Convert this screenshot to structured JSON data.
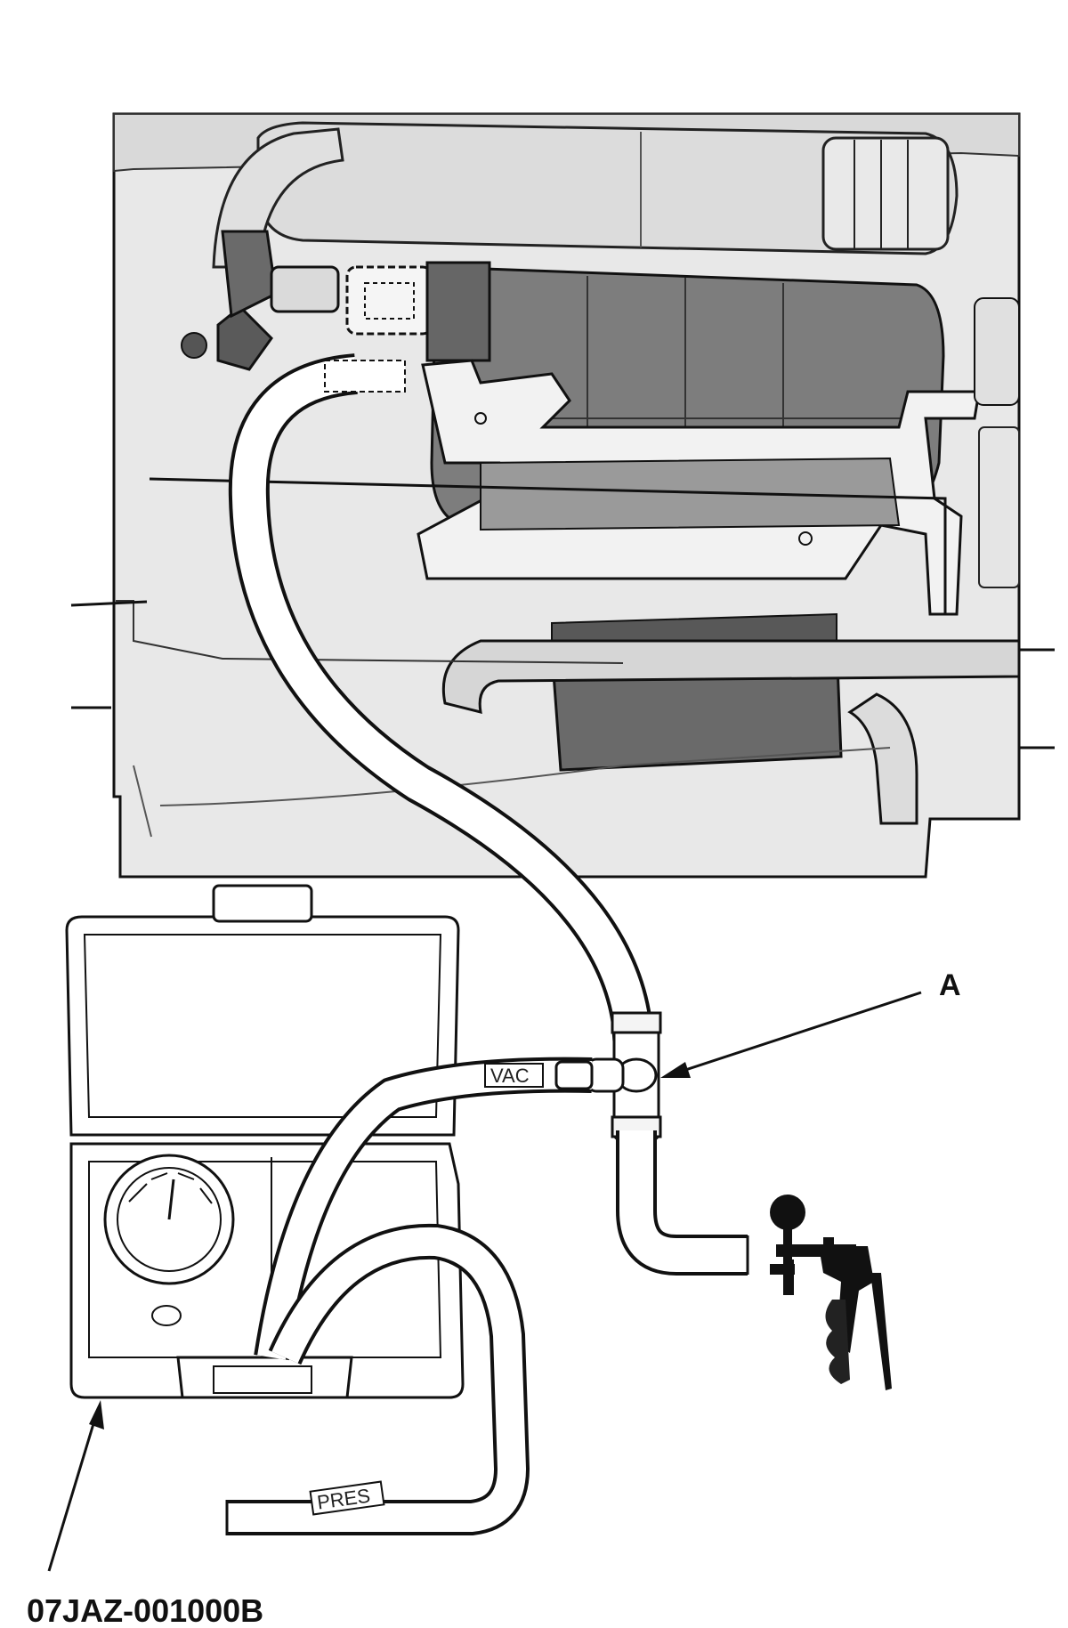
{
  "labels": {
    "callout_a": "A",
    "tool_part_number": "07JAZ-001000B"
  },
  "hose_markings": {
    "vacuum": "VAC",
    "pressure": "PRES"
  },
  "colors": {
    "ink": "#111111",
    "engine_fill": "#e6e6e6",
    "canister_fill": "#7a7a7a",
    "canister_dark": "#5a5a5a",
    "bracket_fill": "#f2f2f2",
    "hose_fill": "#ffffff"
  },
  "icons": {
    "vacuum_pump": "hand-vacuum-pump-icon",
    "gauge": "pressure-gauge-icon"
  }
}
